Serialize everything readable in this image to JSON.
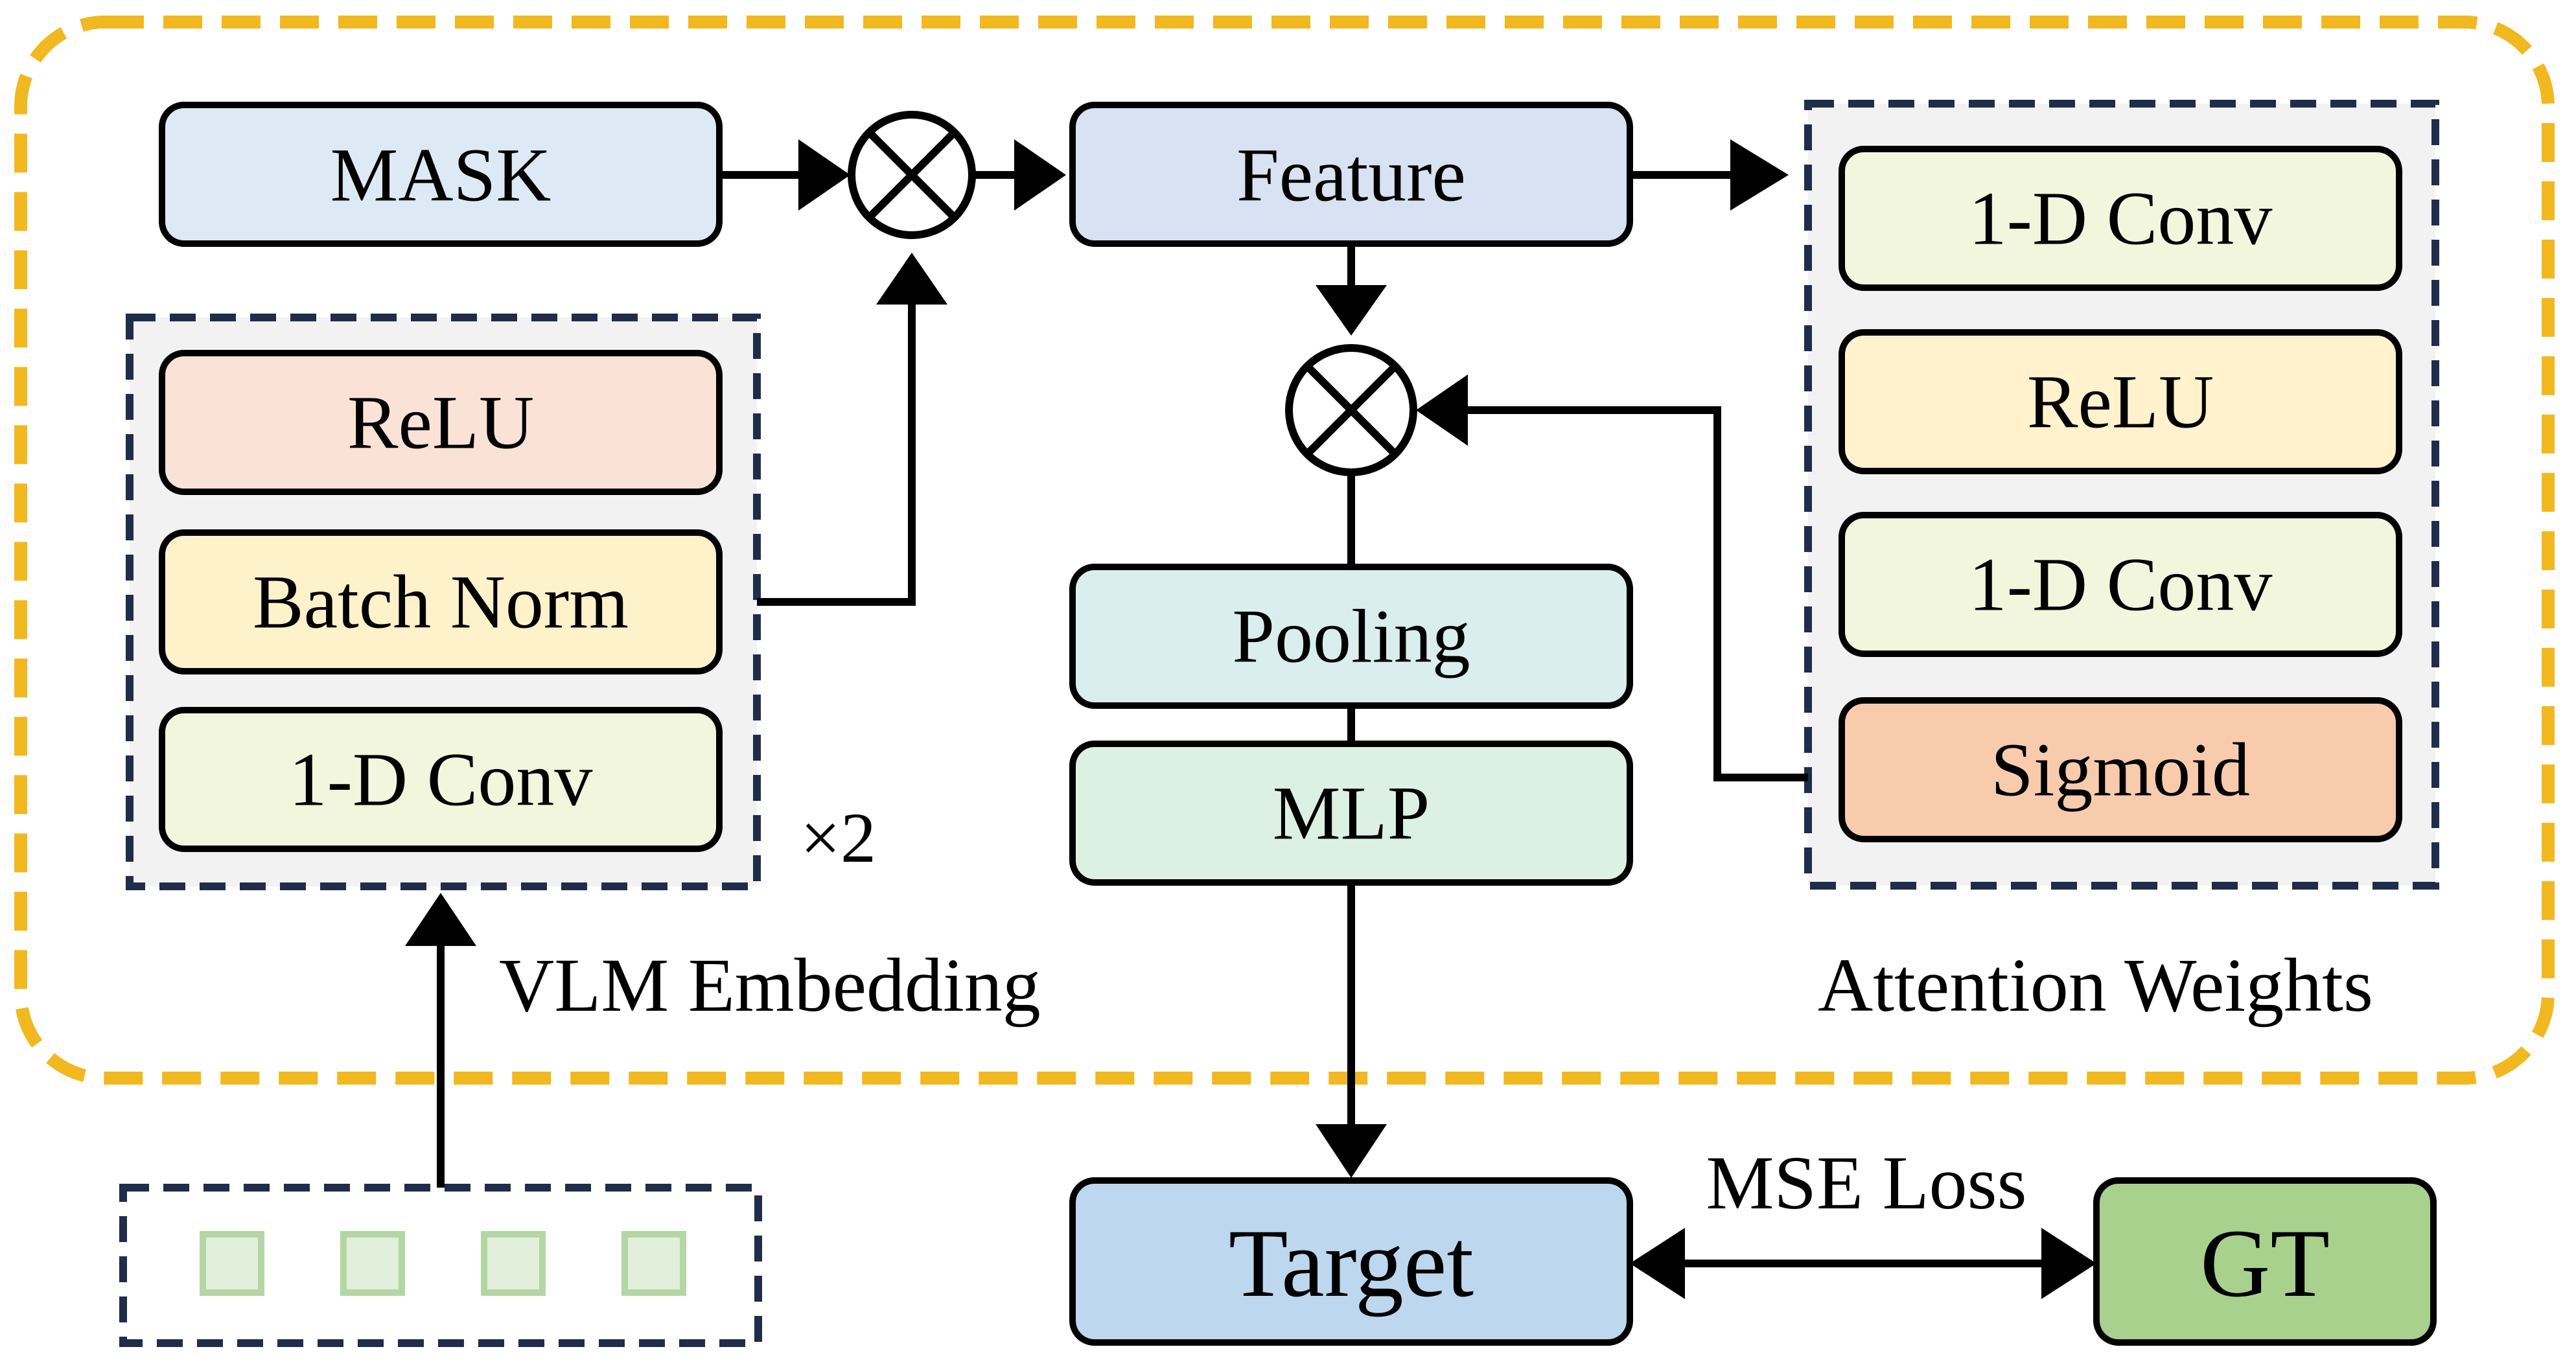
{
  "diagram": {
    "mask_label": "MASK",
    "feature_label": "Feature",
    "vlm_block": {
      "layers": [
        "ReLU",
        "Batch Norm",
        "1-D Conv"
      ],
      "repeat_label": "×2",
      "caption": "VLM Embedding"
    },
    "attention_block": {
      "layers": [
        "1-D Conv",
        "ReLU",
        "1-D Conv",
        "Sigmoid"
      ],
      "caption": "Attention Weights"
    },
    "pooling_label": "Pooling",
    "mlp_label": "MLP",
    "target_label": "Target",
    "gt_label": "GT",
    "loss_label": "MSE Loss"
  },
  "colors": {
    "outer_frame": "#F2B81F",
    "dashed_frame": "#1F2D4A",
    "mask_fill": "#DDEAF6",
    "feature_fill": "#D8E2F3",
    "relu_red_fill": "#FAE3D6",
    "batchnorm_fill": "#FEF2CB",
    "conv_fill": "#F1F6DD",
    "relu_yellow_fill": "#FFF2CC",
    "sigmoid_fill": "#F8CBAD",
    "pooling_fill": "#DAEEEE",
    "mlp_fill": "#DDF0E4",
    "target_fill": "#BDD7EE",
    "gt_fill": "#A9D18E",
    "token_fill": "#E2EFDA",
    "token_stroke": "#B4D6A4",
    "group_bg": "#F2F2F2"
  },
  "icons": [
    "multiply-circle-icon",
    "multiply-circle-icon"
  ]
}
